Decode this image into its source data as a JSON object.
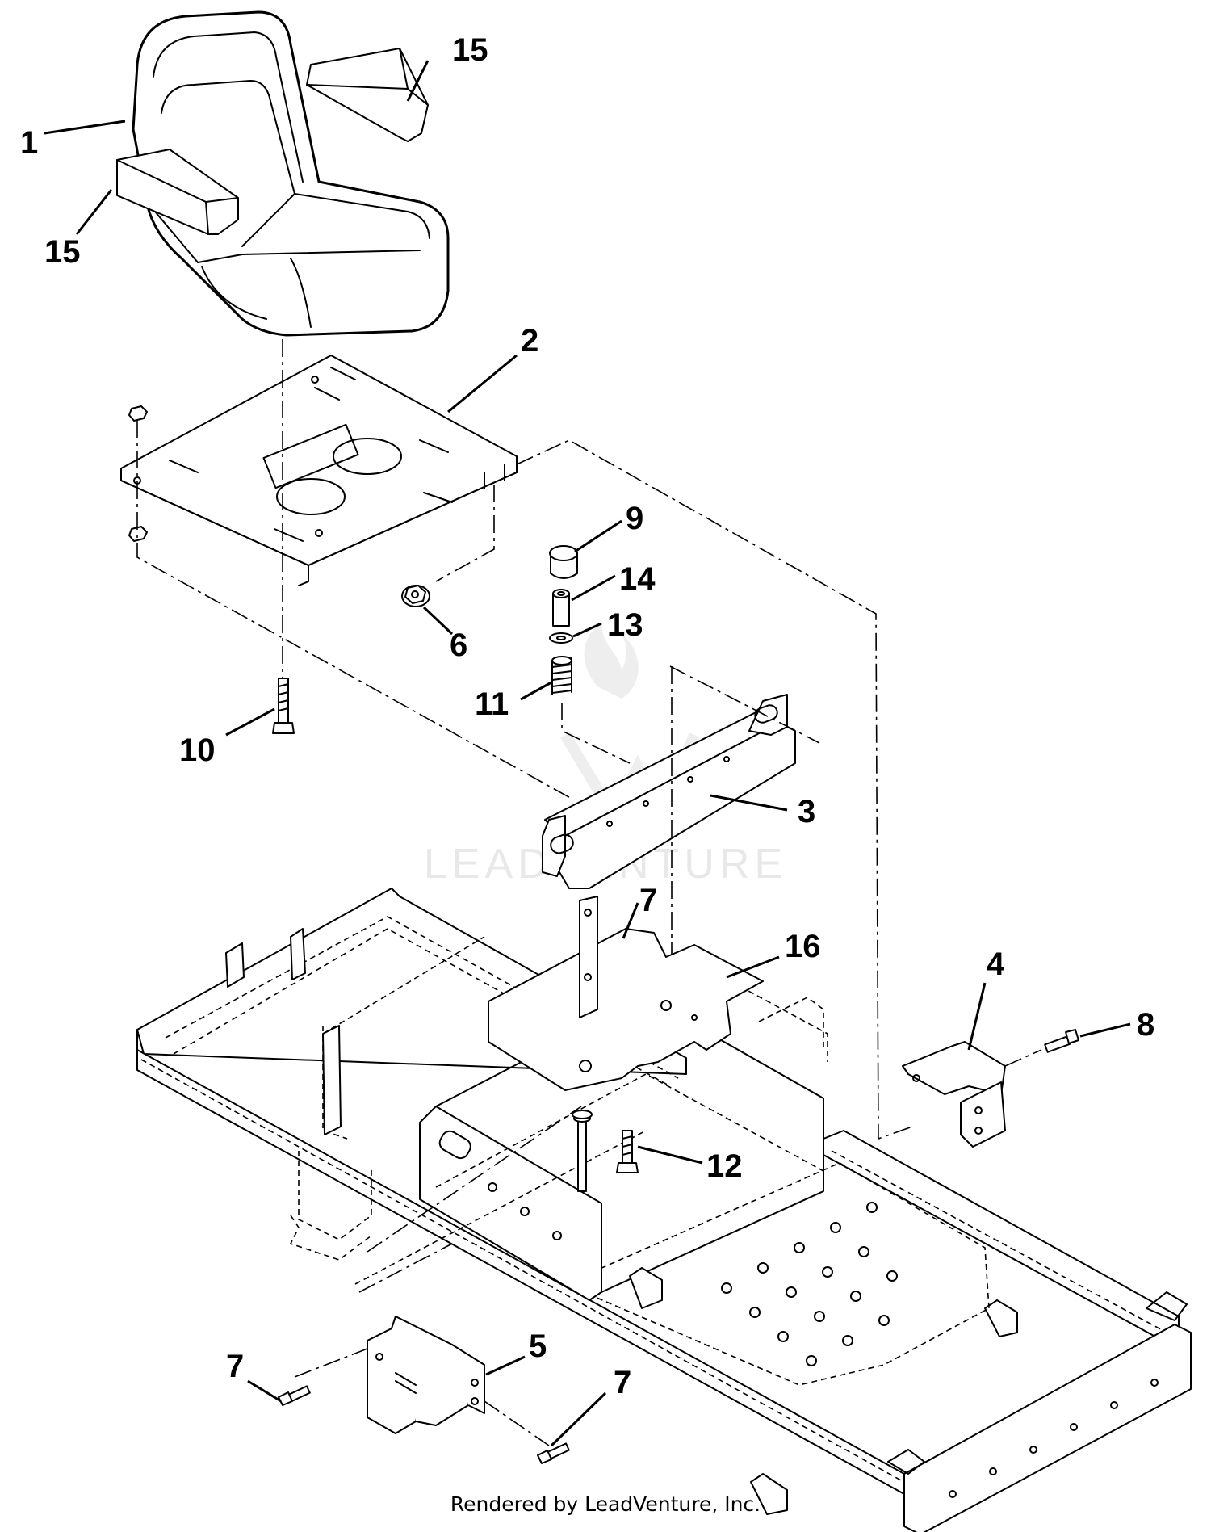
{
  "callouts": [
    {
      "id": "seat",
      "label": "1"
    },
    {
      "id": "armrest-right",
      "label": "15"
    },
    {
      "id": "armrest-left",
      "label": "15"
    },
    {
      "id": "seat-plate",
      "label": "2"
    },
    {
      "id": "cap",
      "label": "9"
    },
    {
      "id": "spacer",
      "label": "14"
    },
    {
      "id": "washer",
      "label": "13"
    },
    {
      "id": "flange-nut",
      "label": "6"
    },
    {
      "id": "spring",
      "label": "11"
    },
    {
      "id": "bolt-10",
      "label": "10"
    },
    {
      "id": "seat-bracket",
      "label": "3"
    },
    {
      "id": "bolt-7-top",
      "label": "7"
    },
    {
      "id": "shield",
      "label": "16"
    },
    {
      "id": "bracket-4",
      "label": "4"
    },
    {
      "id": "bolt-8",
      "label": "8"
    },
    {
      "id": "pin-12",
      "label": "12"
    },
    {
      "id": "bracket-5",
      "label": "5"
    },
    {
      "id": "bolt-7-left",
      "label": "7"
    },
    {
      "id": "bolt-7-right",
      "label": "7"
    }
  ],
  "watermark": {
    "text": "LEADVENTURE"
  },
  "footer": {
    "text": "Rendered by LeadVenture, Inc."
  }
}
